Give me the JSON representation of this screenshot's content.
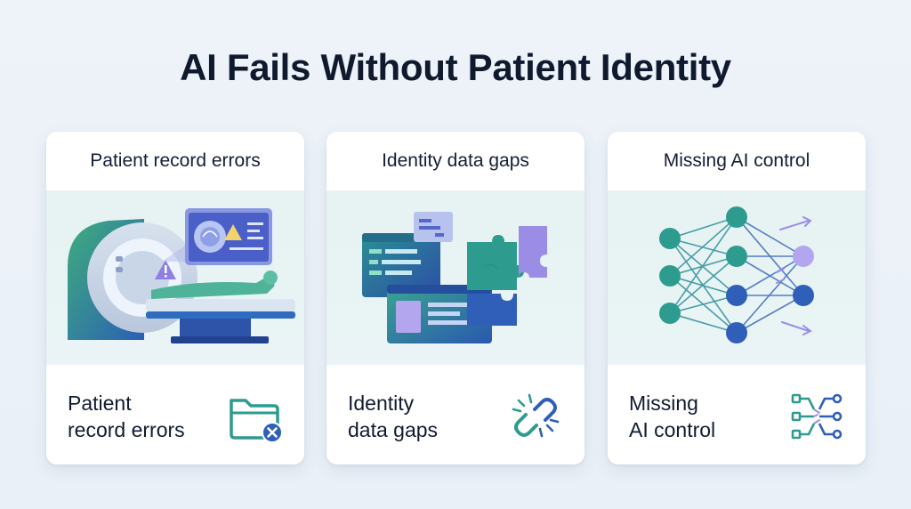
{
  "title": "AI Fails Without Patient Identity",
  "cards": [
    {
      "heading": "Patient record errors",
      "label_line1": "Patient",
      "label_line2": "record errors",
      "illustration": "mri-scanner-with-patient-and-warning",
      "icon": "folder-error-icon"
    },
    {
      "heading": "Identity data gaps",
      "label_line1": "Identity",
      "label_line2": "data gaps",
      "illustration": "data-windows-and-puzzle-pieces",
      "icon": "broken-link-icon"
    },
    {
      "heading": "Missing AI control",
      "label_line1": "Missing",
      "label_line2": "AI control",
      "illustration": "neural-network",
      "icon": "network-routing-icon"
    }
  ],
  "colors": {
    "title": "#101a2e",
    "teal": "#2e9b8f",
    "blue": "#2f5fb8",
    "navy": "#2a3f9a",
    "purple": "#9b8ce6",
    "green": "#3fae7c"
  }
}
